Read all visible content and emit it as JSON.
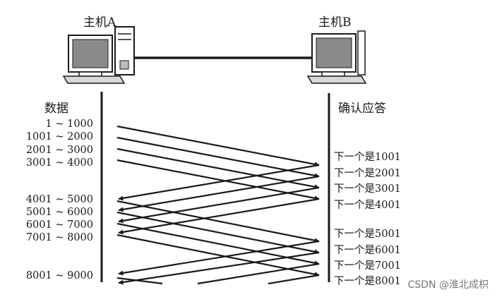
{
  "hosts": {
    "a_label": "主机A",
    "b_label": "主机B"
  },
  "left_header": "数据",
  "right_header": "确认应答",
  "data_ranges": [
    "1 ~ 1000",
    "1001 ~ 2000",
    "2001 ~ 3000",
    "3001 ~ 4000",
    "4001 ~ 5000",
    "5001 ~ 6000",
    "6001 ~ 7000",
    "7001 ~ 8000",
    "8001 ~ 9000"
  ],
  "acks": [
    "下一个是1001",
    "下一个是2001",
    "下一个是3001",
    "下一个是4001",
    "下一个是5001",
    "下一个是6001",
    "下一个是7001",
    "下一个是8001"
  ],
  "watermark": "CSDN @淮北成枳",
  "colors": {
    "ink": "#1a1a1a",
    "screen": "#8a8a8a"
  }
}
